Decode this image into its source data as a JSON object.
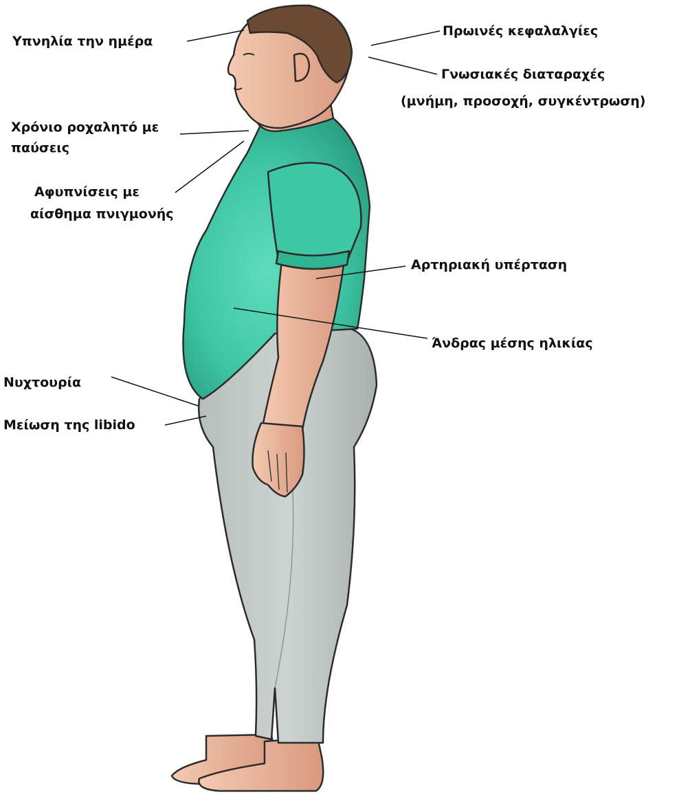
{
  "labels": {
    "daytime_sleepiness": "Υπνηλία την ημέρα",
    "snoring_line1": "Χρόνιο ροχαλητό με",
    "snoring_line2": "παύσεις",
    "choking_line1": "Αφυπνίσεις με",
    "choking_line2": "αίσθημα πνιγμονής",
    "nocturia": "Νυχτουρία",
    "libido": "Μείωση της libido",
    "morning_headaches": "Πρωινές κεφαλαλγίες",
    "cognitive_line1": "Γνωσιακές διαταραχές",
    "cognitive_line2": "(μνήμη, προσοχή,  συγκέντρωση)",
    "hypertension": "Αρτηριακή υπέρταση",
    "middle_aged_man": "Άνδρας μέσης ηλικίας"
  },
  "colors": {
    "shirt": "#3fc6a3",
    "shirt_shadow": "#2a9e82",
    "pants": "#c3cac7",
    "pants_shadow": "#a4aca9",
    "skin": "#f1bea5",
    "skin_shadow": "#d89478",
    "hair": "#6a4a32",
    "outline": "#2b2b2b",
    "leader_line": "#111111"
  }
}
